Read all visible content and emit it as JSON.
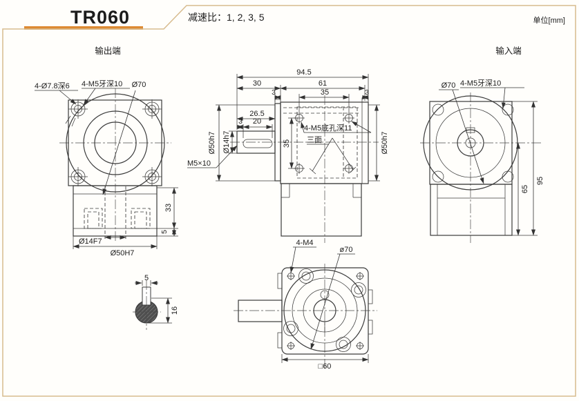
{
  "header": {
    "model": "TR060",
    "ratio": "减速比：1, 2, 3, 5",
    "unit": "单位[mm]"
  },
  "colors": {
    "accent": "#dd8a33",
    "frame": "#d7bb8e",
    "line": "#3a3a3a"
  },
  "views": {
    "output": {
      "title": "输出端",
      "labels": {
        "corner_holes": "4-Ø7.8深6",
        "corner_taps": "4-M5牙深10",
        "bolt_circle": "Ø70"
      },
      "dims": {
        "body_height": "33",
        "step": "5",
        "bore": "Ø14F7",
        "spigot": "Ø50H7"
      }
    },
    "key_section": {
      "dims": {
        "key_width": "5",
        "shaft_height": "16"
      }
    },
    "side": {
      "dims": {
        "total": "94.5",
        "front": "30",
        "mid": "61",
        "plate_left": "3",
        "holes_span_h": "35",
        "plate_right": "3",
        "shaft_len": "26.5",
        "key_offset": "3",
        "key_len": "20",
        "spigot_left": "Ø50h7",
        "shaft_dia": "Ø14h7",
        "holes_span_v": "35",
        "spigot_right": "Ø50h7"
      },
      "labels": {
        "axial_tap": "M5×10",
        "side_taps": "4-M5底孔深11",
        "three_faces": "三面"
      }
    },
    "bottom": {
      "labels": {
        "corner_taps": "4-M4",
        "bolt_circle": "ø70"
      },
      "dims": {
        "square": "□60"
      }
    },
    "input": {
      "title": "输入端",
      "labels": {
        "bolt_circle": "Ø70",
        "corner_taps": "4-M5牙深10"
      },
      "dims": {
        "center_to_base": "65",
        "total_height": "95"
      }
    }
  }
}
